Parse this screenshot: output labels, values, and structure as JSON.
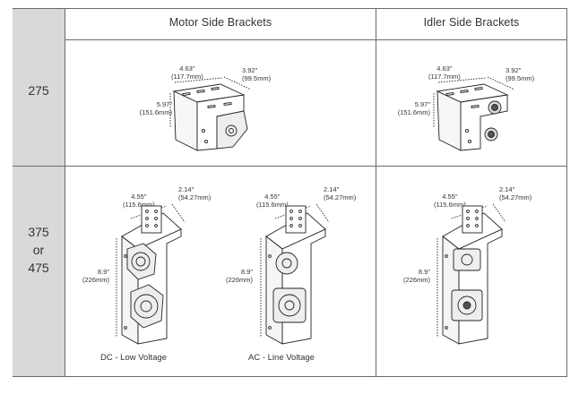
{
  "columns": {
    "motor": "Motor Side Brackets",
    "idler": "Idler Side Brackets"
  },
  "rows": {
    "r275": [
      "275"
    ],
    "r375": [
      "375",
      "or",
      "475"
    ]
  },
  "dims": {
    "small": {
      "top_in": "4.63\"",
      "top_mm": "(117.7mm)",
      "side_in": "3.92\"",
      "side_mm": "(99.5mm)",
      "h_in": "5.97\"",
      "h_mm": "(151.6mm)"
    },
    "large": {
      "top_in": "4.55\"",
      "top_mm": "(115.6mm)",
      "side_in": "2.14\"",
      "side_mm": "(54.27mm)",
      "h_in": "8.9\"",
      "h_mm": "(226mm)"
    }
  },
  "captions": {
    "dc": "DC - Low Voltage",
    "ac": "AC - Line Voltage"
  }
}
